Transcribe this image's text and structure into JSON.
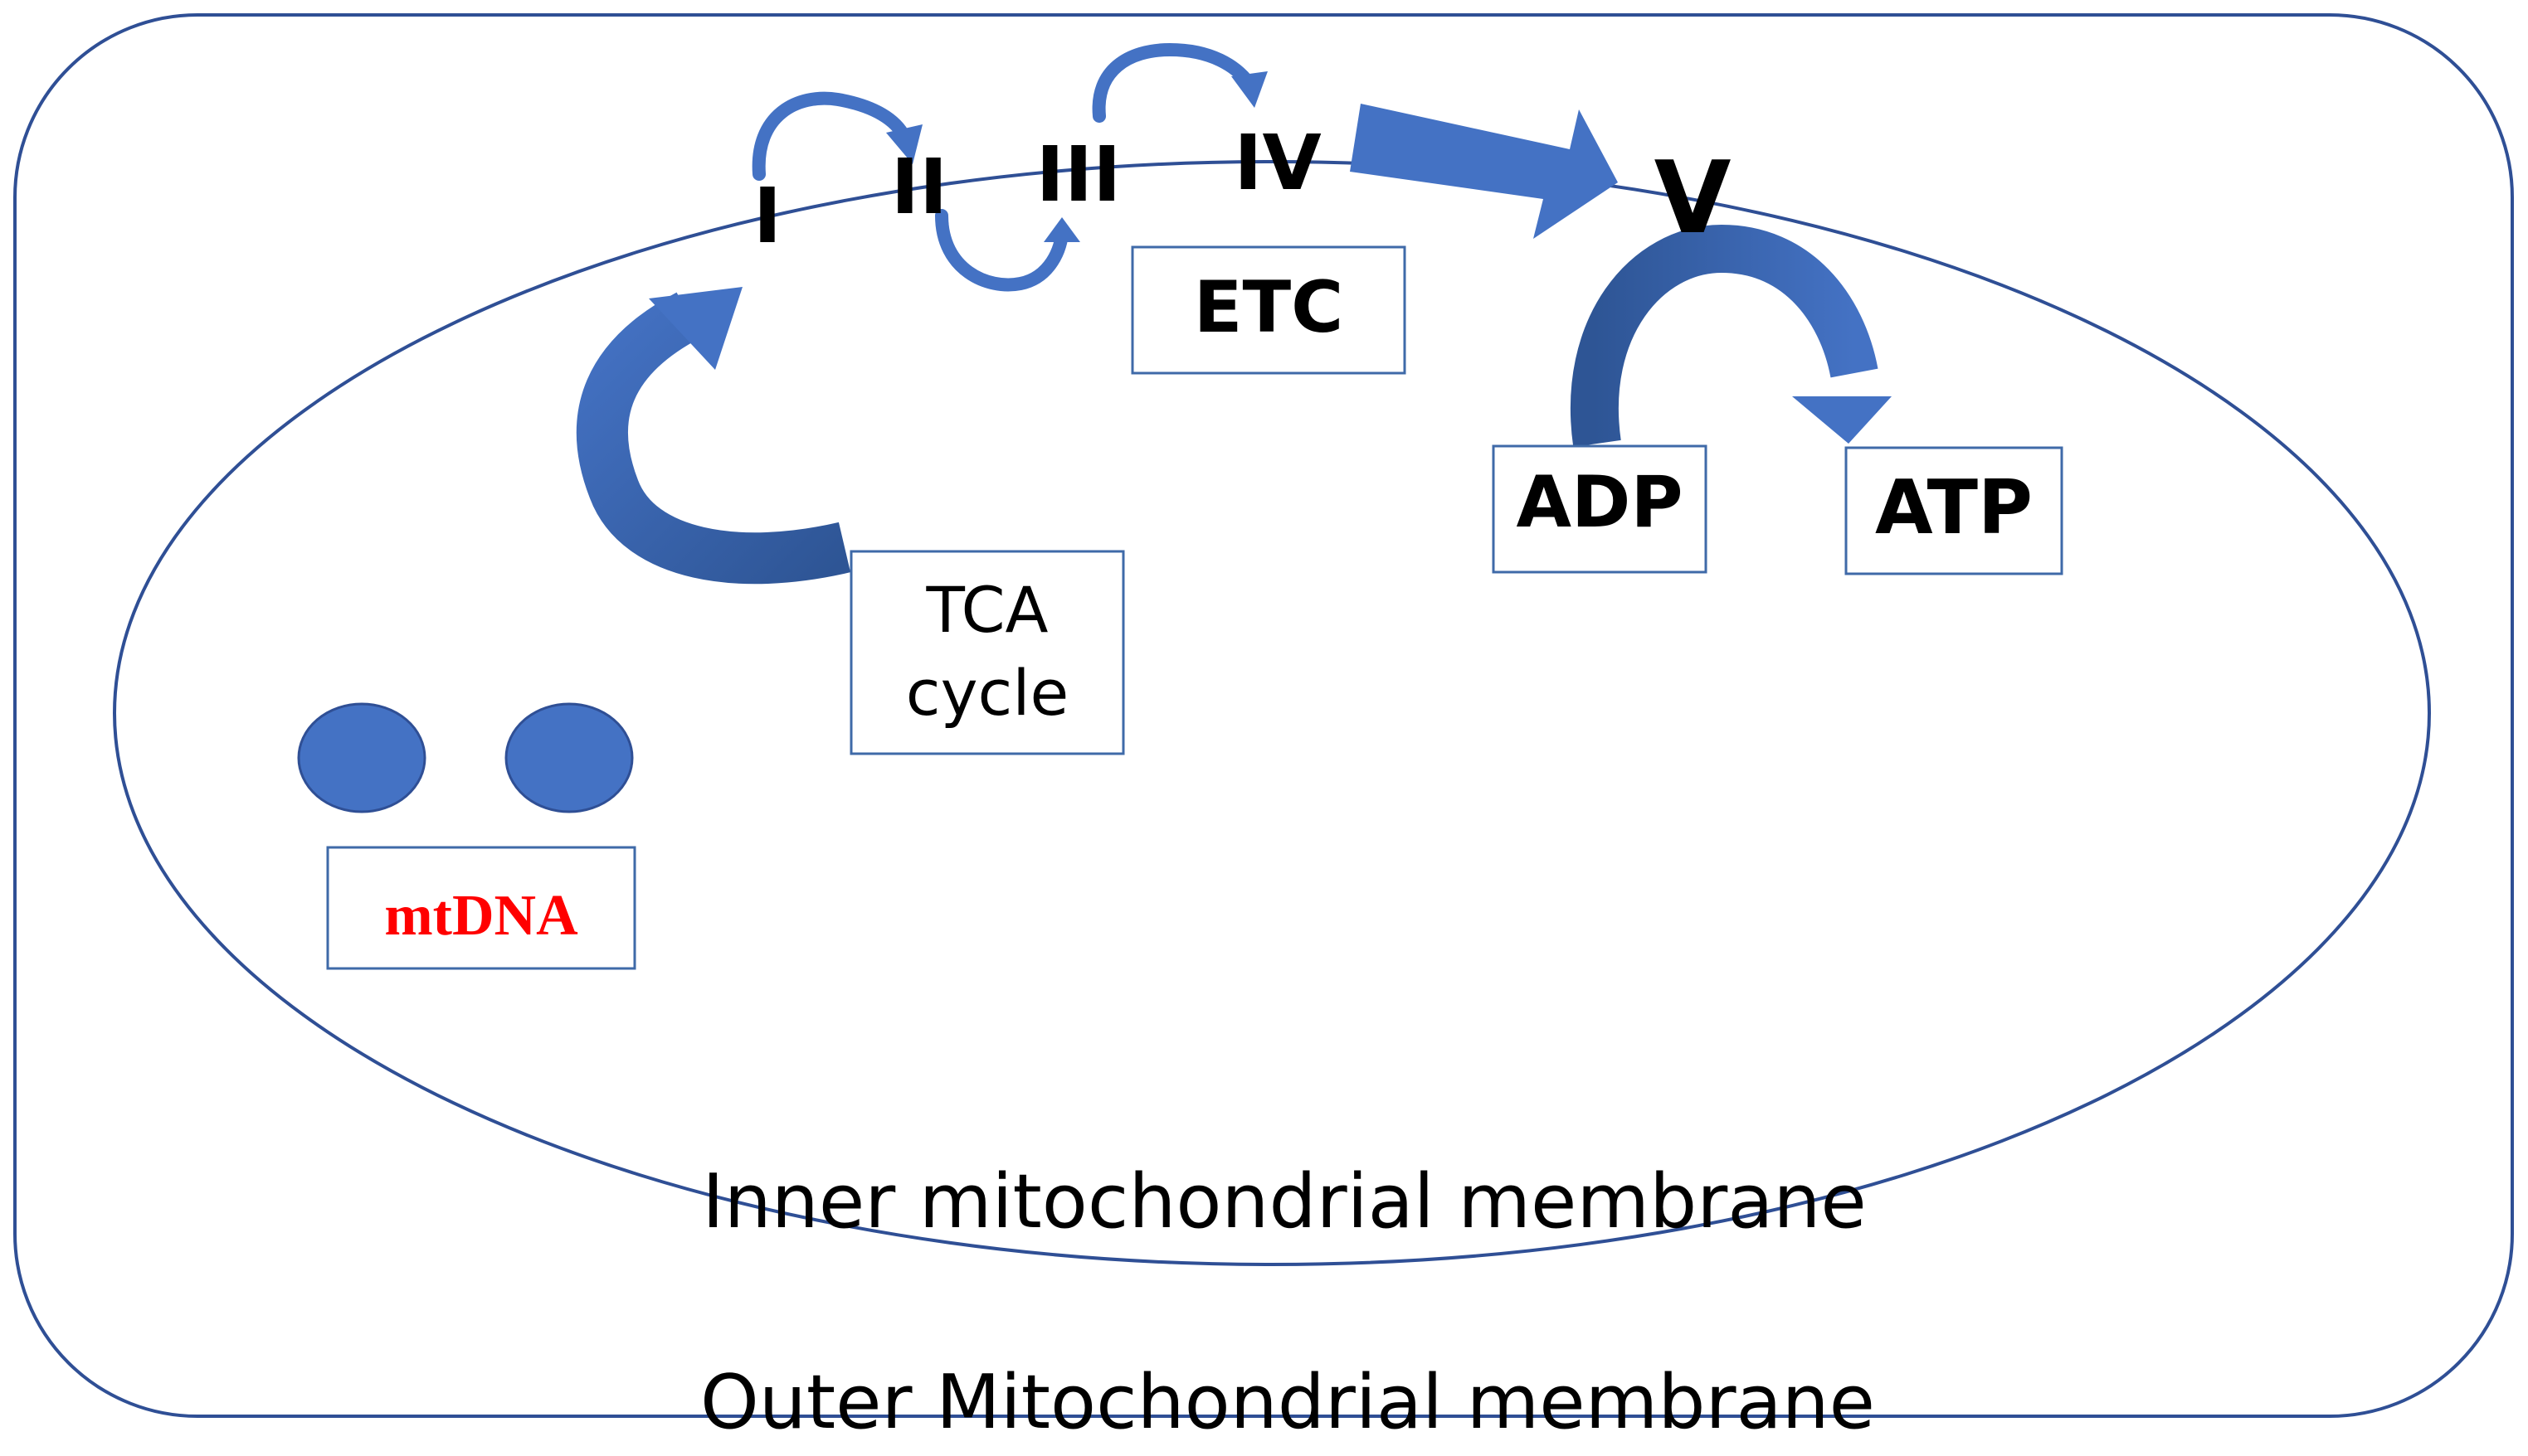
{
  "complexes": [
    "I",
    "II",
    "III",
    "IV",
    "V"
  ],
  "labels": {
    "etc": "ETC",
    "tca_line1": "TCA",
    "tca_line2": "cycle",
    "adp": "ADP",
    "atp": "ATP",
    "mtdna": "mtDNA",
    "inner_membrane": "Inner mitochondrial membrane",
    "outer_membrane": "Outer Mitochondrial membrane"
  },
  "colors": {
    "membrane_line": "#2f4f95",
    "arrow_fill": "#4472c4",
    "box_border": "#3f6aa8",
    "mtdna_text": "#ff0000",
    "text": "#000000"
  }
}
